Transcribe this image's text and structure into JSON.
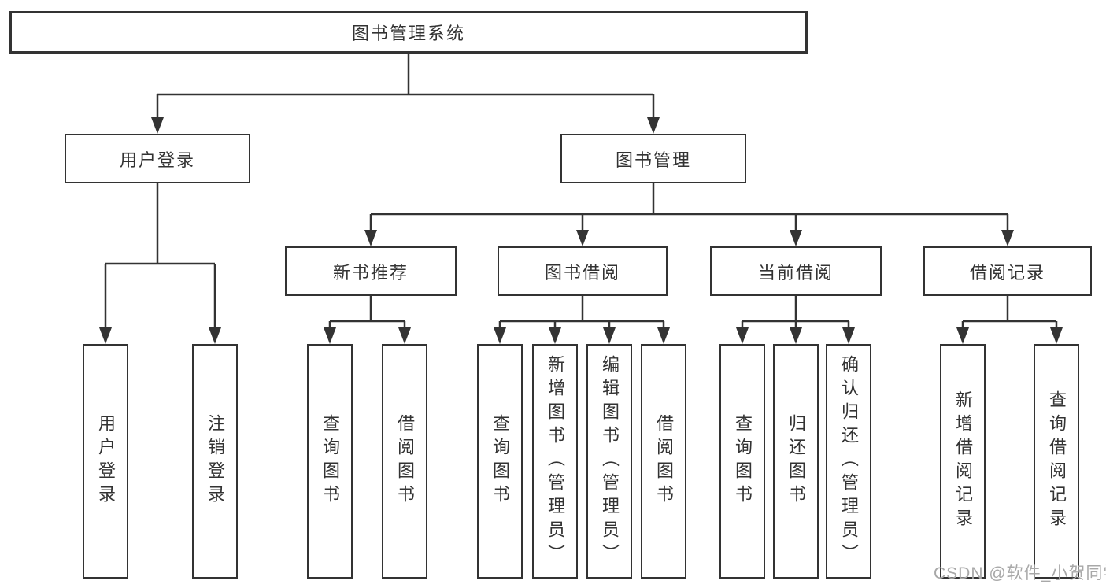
{
  "diagram": {
    "root": {
      "label": "图书管理系统"
    },
    "branches": [
      {
        "label": "用户登录",
        "leaves": [
          {
            "label": "用户登录"
          },
          {
            "label": "注销登录"
          }
        ]
      },
      {
        "label": "图书管理",
        "categories": [
          {
            "label": "新书推荐",
            "leaves": [
              {
                "label": "查询图书"
              },
              {
                "label": "借阅图书"
              }
            ]
          },
          {
            "label": "图书借阅",
            "leaves": [
              {
                "label": "查询图书"
              },
              {
                "label": "新增图书（管理员）"
              },
              {
                "label": "编辑图书（管理员）"
              },
              {
                "label": "借阅图书"
              }
            ]
          },
          {
            "label": "当前借阅",
            "leaves": [
              {
                "label": "查询图书"
              },
              {
                "label": "归还图书"
              },
              {
                "label": "确认归还（管理员）"
              }
            ]
          },
          {
            "label": "借阅记录",
            "leaves": [
              {
                "label": "新增借阅记录"
              },
              {
                "label": "查询借阅记录"
              }
            ]
          }
        ]
      }
    ]
  },
  "watermark": {
    "text": "CSDN @软件_小贺同学"
  },
  "colors": {
    "line": "#333333",
    "text": "#333333",
    "background": "#ffffff",
    "watermark": "#a8a8a8"
  }
}
